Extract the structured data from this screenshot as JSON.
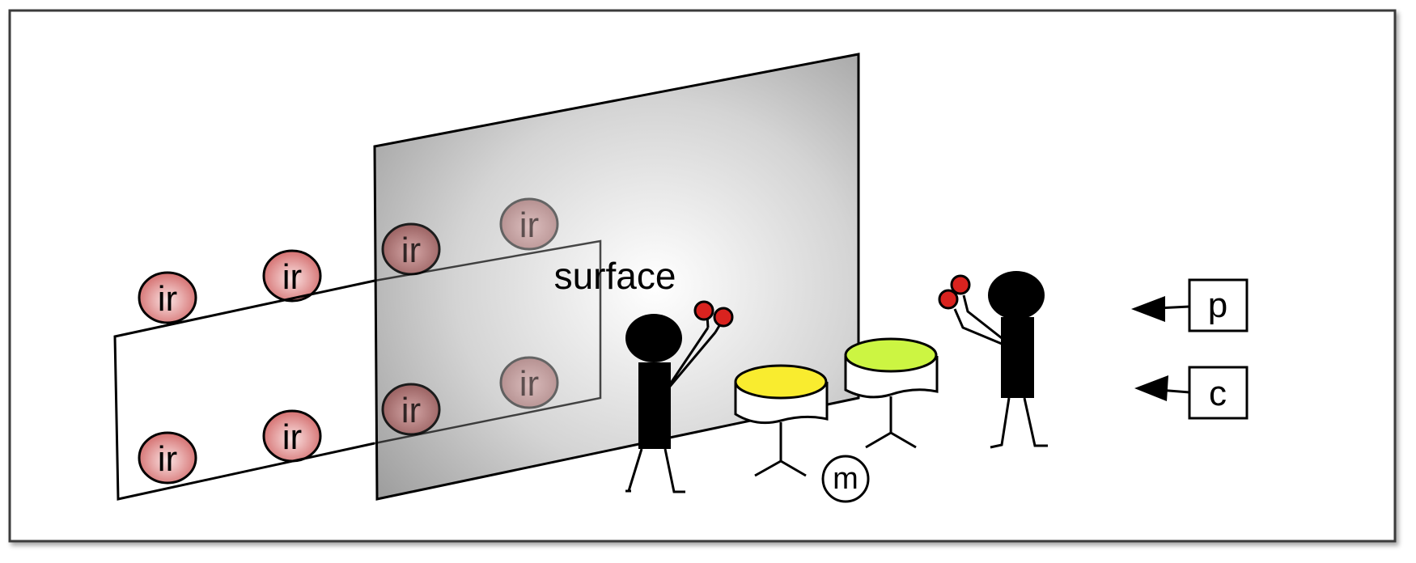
{
  "labels": {
    "surface": "surface",
    "ir": "ir",
    "m": "m",
    "p": "p",
    "c": "c"
  },
  "colors": {
    "ir_fill_light": "#f6c9c9",
    "ir_fill_dark": "#d46a6a",
    "mallet": "#d9231f",
    "drum_left_top": "#f9ec2f",
    "drum_right_top": "#ccf542",
    "surface_light": "#ffffff",
    "surface_dark": "#9c9c9c",
    "figure": "#000000"
  },
  "icons": {
    "person_left": "stick-figure-icon",
    "person_right": "stick-figure-icon",
    "drum": "drum-icon",
    "sensor": "ir-sensor-icon",
    "arrow": "arrow-left-icon"
  }
}
